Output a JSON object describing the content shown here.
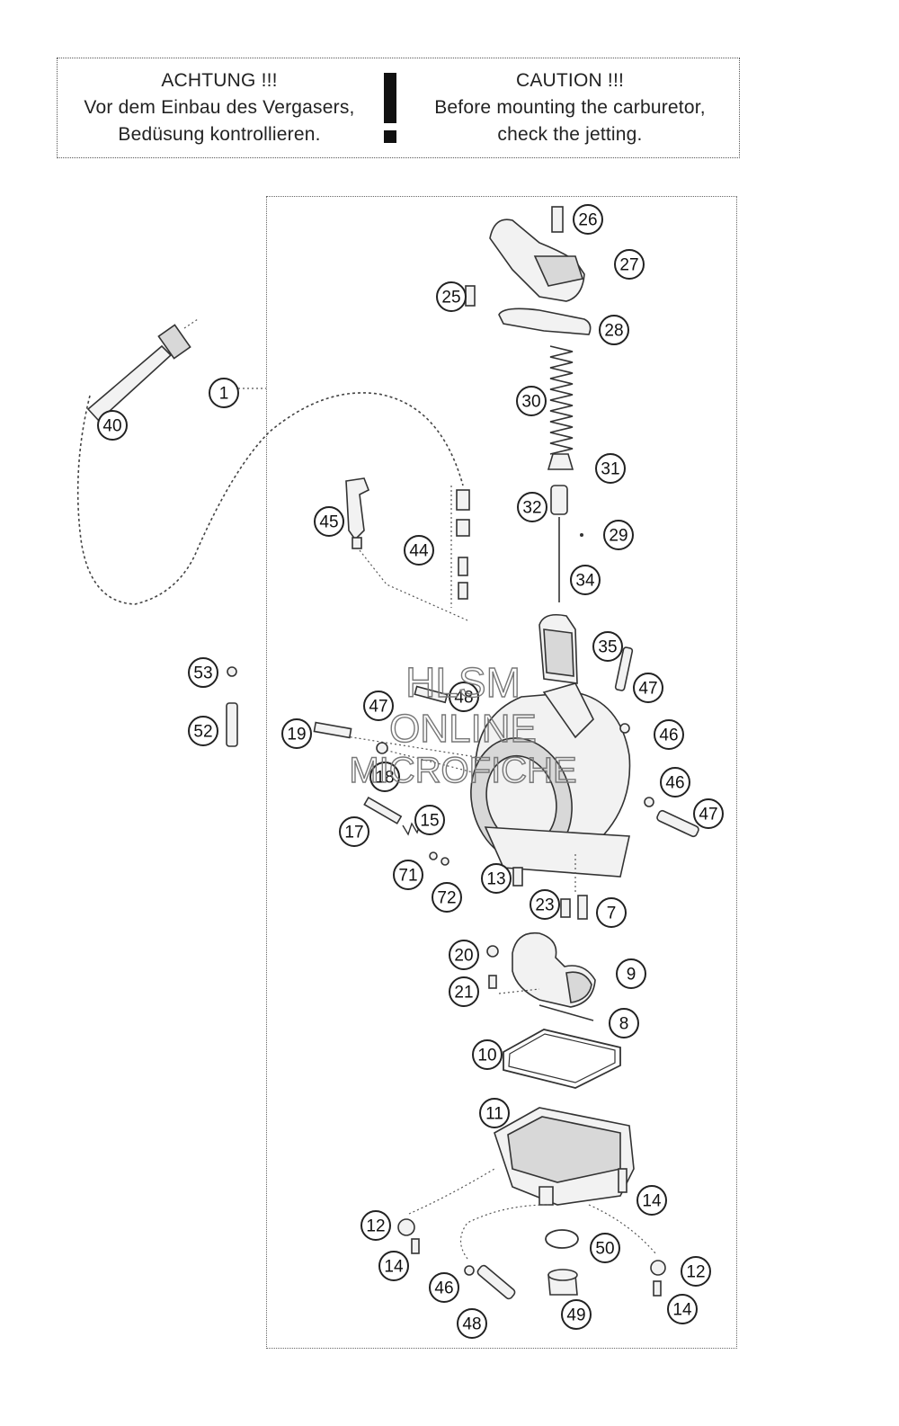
{
  "warning": {
    "de_title": "ACHTUNG !!!",
    "de_line1": "Vor dem Einbau des Vergasers,",
    "de_line2": "Bedüsung kontrollieren.",
    "en_title": "CAUTION !!!",
    "en_line1": "Before mounting the carburetor,",
    "en_line2": "check the jetting.",
    "icon": "exclamation-icon"
  },
  "watermark": {
    "line1": "HLSM",
    "line2": "ONLINE",
    "line3": "MICROFICHE"
  },
  "callouts": [
    {
      "label": "26"
    },
    {
      "label": "27"
    },
    {
      "label": "25"
    },
    {
      "label": "28"
    },
    {
      "label": "1"
    },
    {
      "label": "30"
    },
    {
      "label": "40"
    },
    {
      "label": "31"
    },
    {
      "label": "32"
    },
    {
      "label": "29"
    },
    {
      "label": "45"
    },
    {
      "label": "44"
    },
    {
      "label": "34"
    },
    {
      "label": "35"
    },
    {
      "label": "53"
    },
    {
      "label": "47"
    },
    {
      "label": "48"
    },
    {
      "label": "47"
    },
    {
      "label": "52"
    },
    {
      "label": "19"
    },
    {
      "label": "46"
    },
    {
      "label": "18"
    },
    {
      "label": "46"
    },
    {
      "label": "47"
    },
    {
      "label": "15"
    },
    {
      "label": "17"
    },
    {
      "label": "71"
    },
    {
      "label": "13"
    },
    {
      "label": "72"
    },
    {
      "label": "23"
    },
    {
      "label": "7"
    },
    {
      "label": "20"
    },
    {
      "label": "9"
    },
    {
      "label": "21"
    },
    {
      "label": "8"
    },
    {
      "label": "10"
    },
    {
      "label": "11"
    },
    {
      "label": "14"
    },
    {
      "label": "12"
    },
    {
      "label": "50"
    },
    {
      "label": "14"
    },
    {
      "label": "12"
    },
    {
      "label": "46"
    },
    {
      "label": "14"
    },
    {
      "label": "49"
    },
    {
      "label": "48"
    }
  ]
}
